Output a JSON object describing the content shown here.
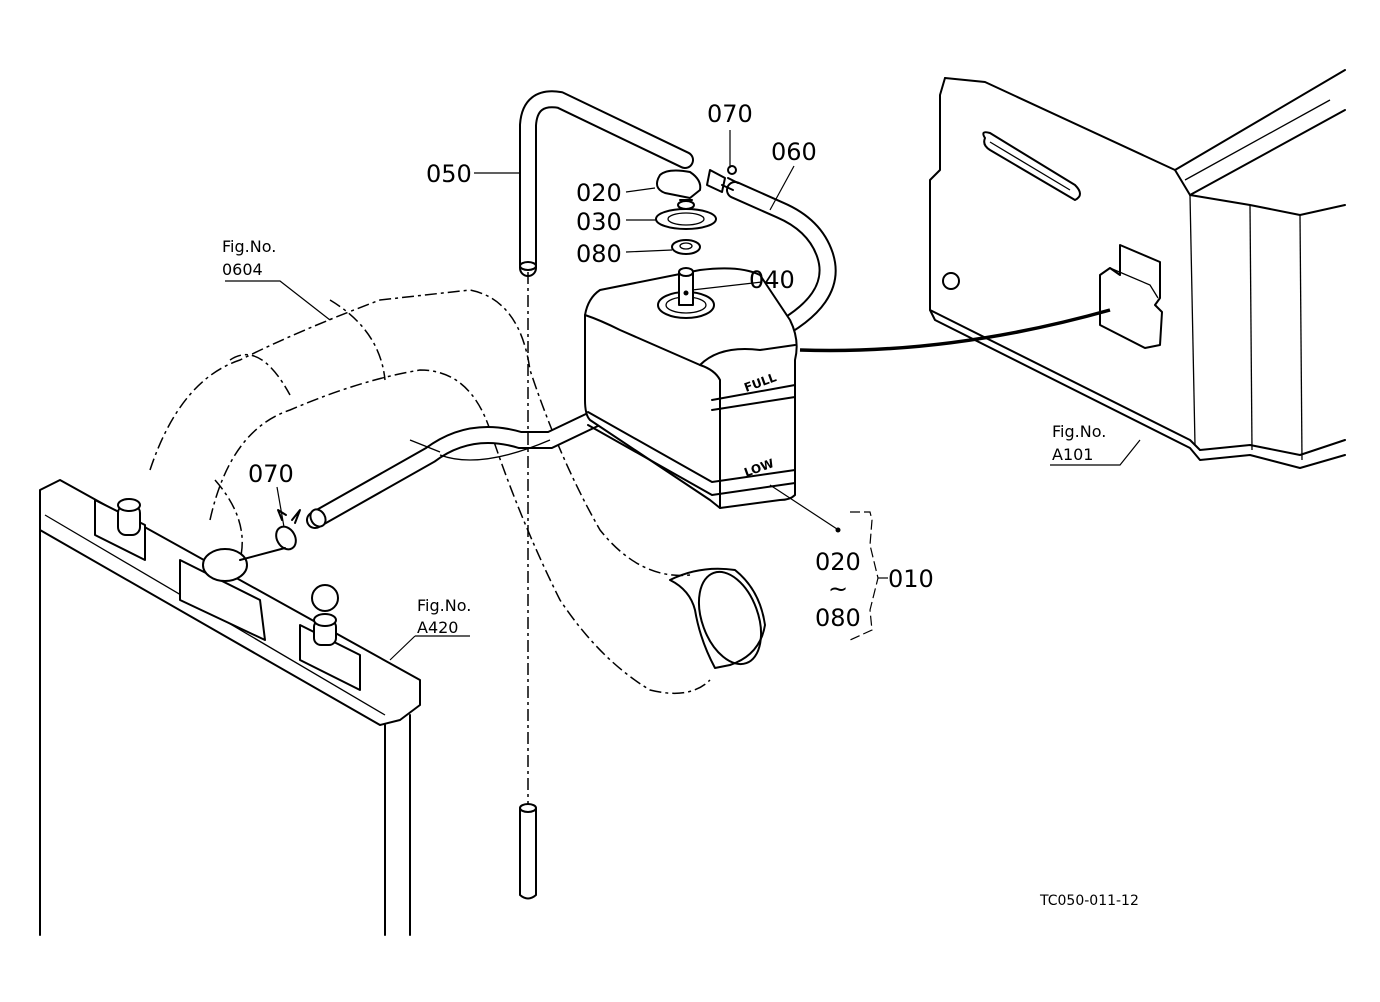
{
  "parts": {
    "p050": "050",
    "p070_top": "070",
    "p060": "060",
    "p020": "020",
    "p030": "030",
    "p080": "080",
    "p040": "040",
    "p070_left": "070",
    "range_from": "020",
    "range_sep": "~",
    "range_to": "080",
    "assembly": "010"
  },
  "figure_refs": {
    "ref_0604": {
      "label": "Fig.No.",
      "number": "0604"
    },
    "ref_a420": {
      "label": "Fig.No.",
      "number": "A420"
    },
    "ref_a101": {
      "label": "Fig.No.",
      "number": "A101"
    }
  },
  "tank_markings": {
    "full": "FULL",
    "low": "LOW"
  },
  "drawing_code": "TC050-011-12"
}
